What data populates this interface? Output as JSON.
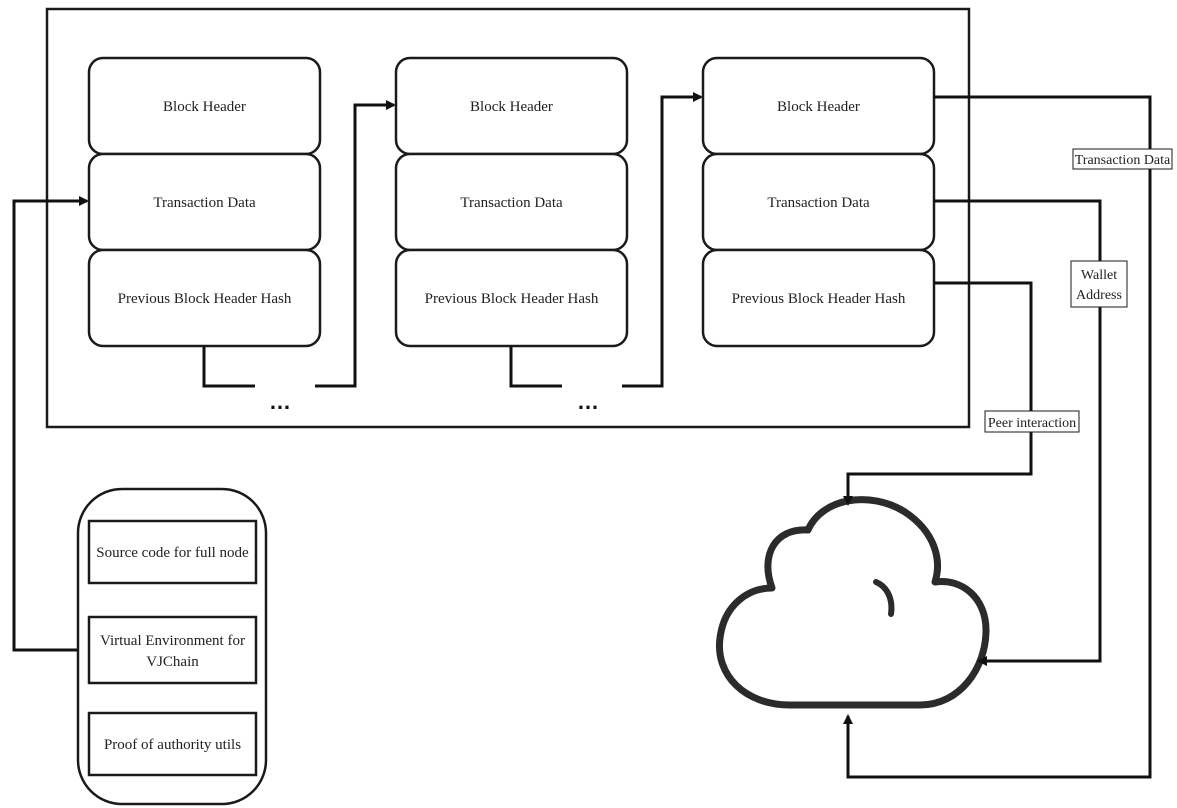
{
  "blocks": [
    {
      "header": "Block Header",
      "transactions": "Transaction Data",
      "prev_hash": "Previous Block Header Hash"
    },
    {
      "header": "Block Header",
      "transactions": "Transaction Data",
      "prev_hash": "Previous Block Header Hash"
    },
    {
      "header": "Block Header",
      "transactions": "Transaction Data",
      "prev_hash": "Previous Block Header Hash"
    }
  ],
  "ellipsis": "…",
  "node_package": {
    "items": [
      {
        "lines": [
          "Source code for full node"
        ]
      },
      {
        "lines": [
          "Virtual Environment for",
          "VJChain"
        ]
      },
      {
        "lines": [
          "Proof of authority utils"
        ]
      }
    ]
  },
  "connections": {
    "transaction_data": "Transaction Data",
    "wallet_address": [
      "Wallet",
      "Address"
    ],
    "peer_interaction": "Peer interaction"
  }
}
